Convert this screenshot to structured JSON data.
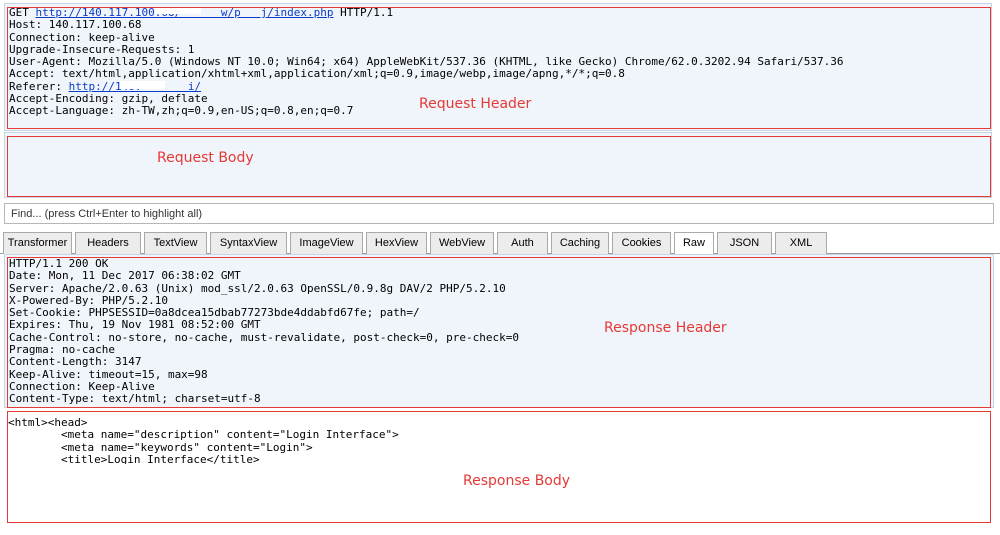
{
  "request": {
    "method": "GET",
    "url": "http://140.117.100.68/      w/p   j/index.php",
    "protocol": "HTTP/1.1",
    "header_lines": [
      "Host: 140.117.100.68",
      "Connection: keep-alive",
      "Upgrade-Insecure-Requests: 1",
      "User-Agent: Mozilla/5.0 (Windows NT 10.0; Win64; x64) AppleWebKit/537.36 (KHTML, like Gecko) Chrome/62.0.3202.94 Safari/537.36",
      "Accept: text/html,application/xhtml+xml,application/xml;q=0.9,image/webp,image/apng,*/*;q=0.8"
    ],
    "referer_label": "Referer: ",
    "referer_url": "http://140.       i/",
    "trailing_lines": [
      "Accept-Encoding: gzip, deflate",
      "Accept-Language: zh-TW,zh;q=0.9,en-US;q=0.8,en;q=0.7"
    ]
  },
  "find": {
    "placeholder": "Find... (press Ctrl+Enter to highlight all)"
  },
  "tabs": [
    {
      "label": "Transformer",
      "active": false
    },
    {
      "label": "Headers",
      "active": false
    },
    {
      "label": "TextView",
      "active": false
    },
    {
      "label": "SyntaxView",
      "active": false
    },
    {
      "label": "ImageView",
      "active": false
    },
    {
      "label": "HexView",
      "active": false
    },
    {
      "label": "WebView",
      "active": false
    },
    {
      "label": "Auth",
      "active": false
    },
    {
      "label": "Caching",
      "active": false
    },
    {
      "label": "Cookies",
      "active": false
    },
    {
      "label": "Raw",
      "active": true
    },
    {
      "label": "JSON",
      "active": false
    },
    {
      "label": "XML",
      "active": false
    }
  ],
  "response": {
    "header_lines": [
      "HTTP/1.1 200 OK",
      "Date: Mon, 11 Dec 2017 06:38:02 GMT",
      "Server: Apache/2.0.63 (Unix) mod_ssl/2.0.63 OpenSSL/0.9.8g DAV/2 PHP/5.2.10",
      "X-Powered-By: PHP/5.2.10",
      "Set-Cookie: PHPSESSID=0a8dcea15dbab77273bde4ddabfd67fe; path=/",
      "Expires: Thu, 19 Nov 1981 08:52:00 GMT",
      "Cache-Control: no-store, no-cache, must-revalidate, post-check=0, pre-check=0",
      "Pragma: no-cache",
      "Content-Length: 3147",
      "Keep-Alive: timeout=15, max=98",
      "Connection: Keep-Alive",
      "Content-Type: text/html; charset=utf-8"
    ],
    "body_lines": [
      "<html><head>",
      "        <meta name=\"description\" content=\"Login Interface\">",
      "        <meta name=\"keywords\" content=\"Login\">",
      "        <title>Login Interface</title>"
    ]
  },
  "annotations": {
    "request_header": "Request Header",
    "request_body": "Request Body",
    "response_header": "Response Header",
    "response_body": "Response Body",
    "color": "#e53935"
  }
}
